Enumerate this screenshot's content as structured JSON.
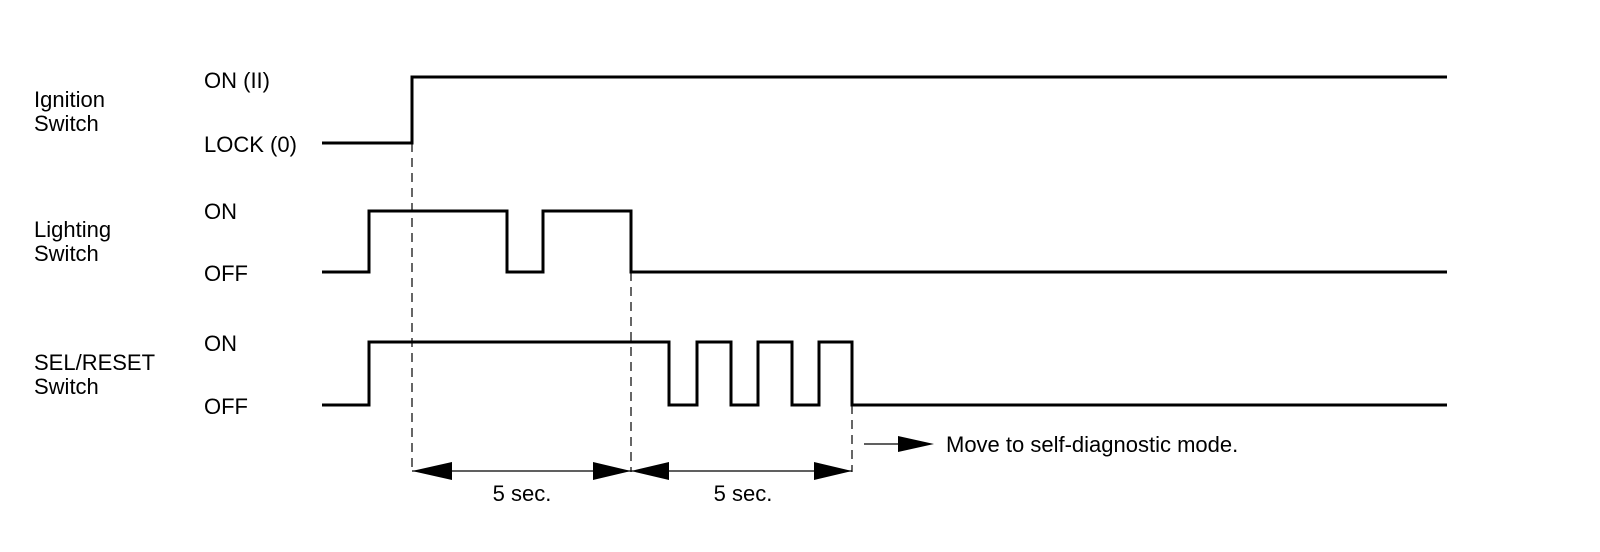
{
  "signals": [
    {
      "id": "ignition",
      "name_lines": [
        "Ignition",
        "Switch"
      ],
      "high_label": "ON (II)",
      "low_label": "LOCK (0)"
    },
    {
      "id": "lighting",
      "name_lines": [
        "Lighting",
        "Switch"
      ],
      "high_label": "ON",
      "low_label": "OFF"
    },
    {
      "id": "selreset",
      "name_lines": [
        "SEL/RESET",
        "Switch"
      ],
      "high_label": "ON",
      "low_label": "OFF"
    }
  ],
  "intervals": [
    {
      "label": "5 sec."
    },
    {
      "label": "5 sec."
    }
  ],
  "note": "Move to self-diagnostic mode."
}
